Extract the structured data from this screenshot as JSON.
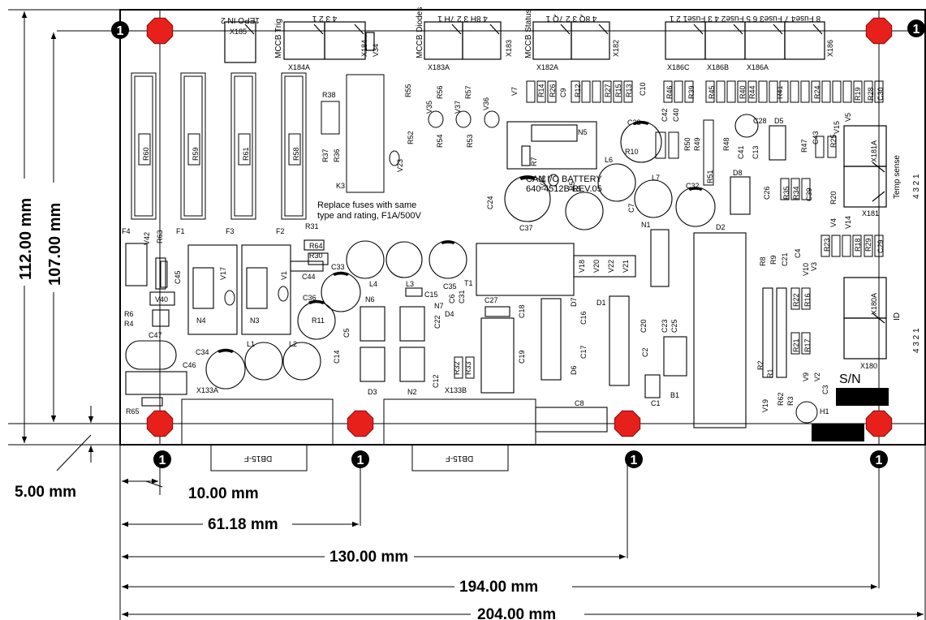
{
  "board": {
    "title_line1": "CAN I/O BATTERY",
    "title_line2": "640-4512B REV.05",
    "fuse_note_line1": "Replace fuses with same",
    "fuse_note_line2": "type and rating, F1A/500V",
    "serial_label": "S/N"
  },
  "dimensions": {
    "vertical_outer": "112.00 mm",
    "vertical_inner": "107.00 mm",
    "offset_bottom": "5.00 mm",
    "h_10": "10.00 mm",
    "h_61": "61.18 mm",
    "h_130": "130.00 mm",
    "h_194": "194.00 mm",
    "h_204": "204.00 mm"
  },
  "mounting_hole_number": "1",
  "connectors": {
    "x185": "X185",
    "x184a": "X184A",
    "x184": "X184",
    "v34": "V34",
    "x183a": "X183A",
    "x183": "X183",
    "x182a": "X182A",
    "x182": "X182",
    "x186c": "X186C",
    "x186b": "X186B",
    "x186a": "X186A",
    "x186": "X186",
    "x181a": "X181A",
    "x181": "X181",
    "x180a": "X180A",
    "x180": "X180",
    "x133a": "X133A",
    "x133b": "X133B",
    "db15_left": "DB15-F",
    "db15_right": "DB15-F"
  },
  "headers": {
    "epo": "1EPO IN 2",
    "mccb_trig": "MCCB Trig",
    "mccb_trig_pins": "4   3   2   1",
    "mccb_diodes": "MCCB Diodes",
    "mccb_diodes_pins": "4  8H 3  2  7H 1",
    "mccb_status": "MCCB Status",
    "mccb_status_pins": "4  8Q 3  2  7Q 1",
    "fuses": "8 Fuse4 7 Fuse3 6 5 Fuse2 4 3 Fuse1 2 1",
    "temp_sense": "Temp sense",
    "temp_pins": "4  3  2  1",
    "id": "ID",
    "id_pins": "4  3  2  1"
  },
  "fuse_labels": [
    "F4",
    "F1",
    "F3",
    "F2"
  ],
  "fuse_resistors": [
    "R60",
    "R59",
    "R61",
    "R58"
  ],
  "components": {
    "r63": "R63",
    "v42": "V42",
    "c45": "C45",
    "v40": "V40",
    "r6": "R6",
    "r4": "R4",
    "c47": "C47",
    "c46": "C46",
    "c34": "C34",
    "r65": "R65",
    "l1": "L1",
    "l2": "L2",
    "n4": "N4",
    "v17": "V17",
    "n3": "N3",
    "v1": "V1",
    "r31": "R31",
    "r64": "R64",
    "r30": "R30",
    "c44": "C44",
    "c33": "C33",
    "c36": "C36",
    "r11": "R11",
    "c5": "C5",
    "l4": "L4",
    "l3": "L3",
    "c35": "C35",
    "t1": "T1",
    "c14": "C14",
    "n6": "N6",
    "n7": "N7",
    "c15": "C15",
    "c6": "C6",
    "c31": "C31",
    "c22": "C22",
    "d4": "D4",
    "c27": "C27",
    "d3": "D3",
    "n2": "N2",
    "c12": "C12",
    "r32": "R32",
    "r33": "R33",
    "c18": "C18",
    "c19": "C19",
    "d7": "D7",
    "d1": "D1",
    "c16": "C16",
    "c17": "C17",
    "d6": "D6",
    "c8": "C8",
    "c20": "C20",
    "c23": "C23",
    "c25": "C25",
    "c2": "C2",
    "b1": "B1",
    "c1": "C1",
    "d2": "D2",
    "v18": "V18",
    "v20": "V20",
    "v22": "V22",
    "v21": "V21",
    "r38": "R38",
    "r37": "R37",
    "r36": "R36",
    "k3": "K3",
    "r55": "R55",
    "r56": "R56",
    "r57": "R57",
    "v35": "V35",
    "v37": "V37",
    "v36": "V36",
    "r52": "R52",
    "r54": "R54",
    "r53": "R53",
    "v23": "V23",
    "v7": "V7",
    "r14": "R14",
    "r26": "R26",
    "c9": "C9",
    "r12": "R12",
    "r27": "R27",
    "r15": "R15",
    "r13": "R13",
    "c10": "C10",
    "n5": "N5",
    "r7": "R7",
    "r5": "R5",
    "v16": "V16",
    "c24": "C24",
    "c37": "C37",
    "l5": "L5",
    "l6": "L6",
    "c7": "C7",
    "l7": "L7",
    "n1": "N1",
    "c38": "C38",
    "r10": "R10",
    "c42": "C42",
    "c40": "C40",
    "r50": "R50",
    "r49": "R49",
    "r51": "R51",
    "c32": "C32",
    "r48": "R48",
    "c41": "C41",
    "c28": "C28",
    "c13": "C13",
    "d5": "D5",
    "d8": "D8",
    "r47": "R47",
    "c43": "C43",
    "r25": "R25",
    "v15": "V15",
    "v5": "V5",
    "c26": "C26",
    "r35": "R35",
    "r34": "R34",
    "c39": "C39",
    "r20": "R20",
    "v4": "V4",
    "v14": "V14",
    "r46": "R46",
    "r39": "R39",
    "r45": "R45",
    "r40": "R40",
    "r44": "R44",
    "r41": "R41",
    "r24": "R24",
    "r19": "R19",
    "r28": "R28",
    "c30": "C30",
    "r23": "R23",
    "r18": "R18",
    "r29": "R29",
    "c29": "C29",
    "r8": "R8",
    "r9": "R9",
    "c21": "C21",
    "c4": "C4",
    "v10": "V10",
    "v3": "V3",
    "r22": "R22",
    "r16": "R16",
    "r21": "R21",
    "r17": "R17",
    "r2": "R2",
    "r1": "R1",
    "v9": "V9",
    "v2": "V2",
    "c3": "C3",
    "r62": "R62",
    "r3": "R3",
    "v19": "V19",
    "h1": "H1"
  },
  "colors": {
    "outline": "#000000",
    "mount_hole": "#e8201c",
    "background": "#ffffff"
  }
}
